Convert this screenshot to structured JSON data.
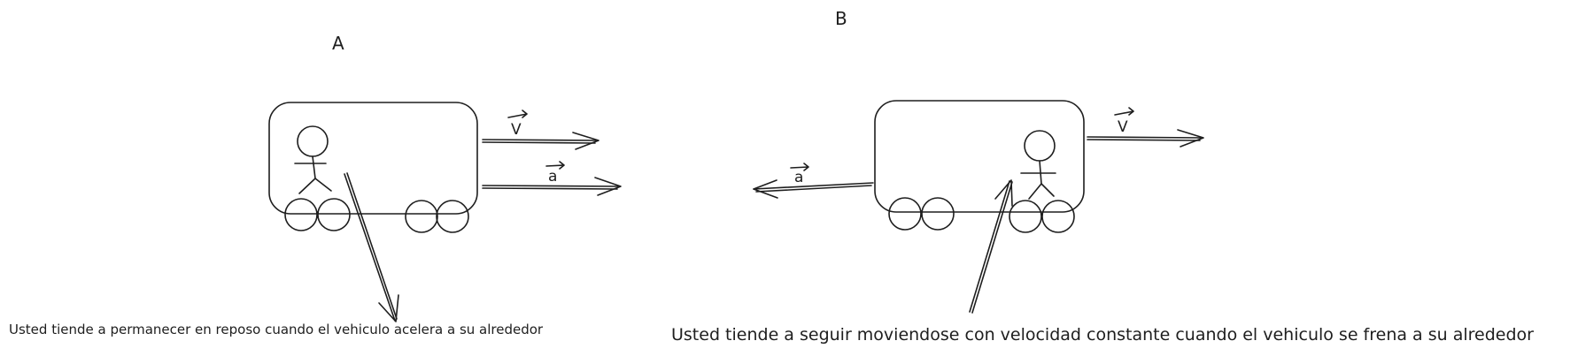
{
  "panel_a": {
    "label": "A",
    "velocity_label": "V",
    "acceleration_label": "a",
    "caption": "Usted tiende a permanecer en reposo cuando el vehiculo acelera a su alrededor"
  },
  "panel_b": {
    "label": "B",
    "velocity_label": "V",
    "acceleration_label": "a",
    "caption": "Usted tiende a seguir moviendose con velocidad constante cuando el vehiculo se frena a su alrededor"
  },
  "colors": {
    "stroke": "#1e1e1e",
    "background": "#ffffff"
  }
}
